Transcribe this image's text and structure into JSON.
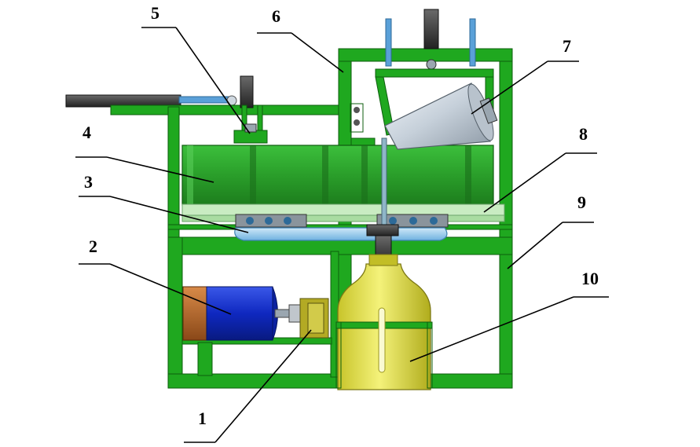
{
  "callouts": [
    {
      "id": "1",
      "label": "1"
    },
    {
      "id": "2",
      "label": "2"
    },
    {
      "id": "3",
      "label": "3"
    },
    {
      "id": "4",
      "label": "4"
    },
    {
      "id": "5",
      "label": "5"
    },
    {
      "id": "6",
      "label": "6"
    },
    {
      "id": "7",
      "label": "7"
    },
    {
      "id": "8",
      "label": "8"
    },
    {
      "id": "9",
      "label": "9"
    },
    {
      "id": "10",
      "label": "10"
    }
  ],
  "colors": {
    "frame_green": "#1fa81f",
    "drum_green": "#2e9e2e",
    "motor_blue": "#1030c8",
    "motor_orange": "#c06a28",
    "bottle_yellow": "#e6e34a",
    "pulley_olive": "#a9a01c",
    "cylinder_silver": "#c9d3dc",
    "handle_dark": "#3a3a3a",
    "rod_blue": "#5aa0d8",
    "belt_blue": "#8fc6ea"
  }
}
